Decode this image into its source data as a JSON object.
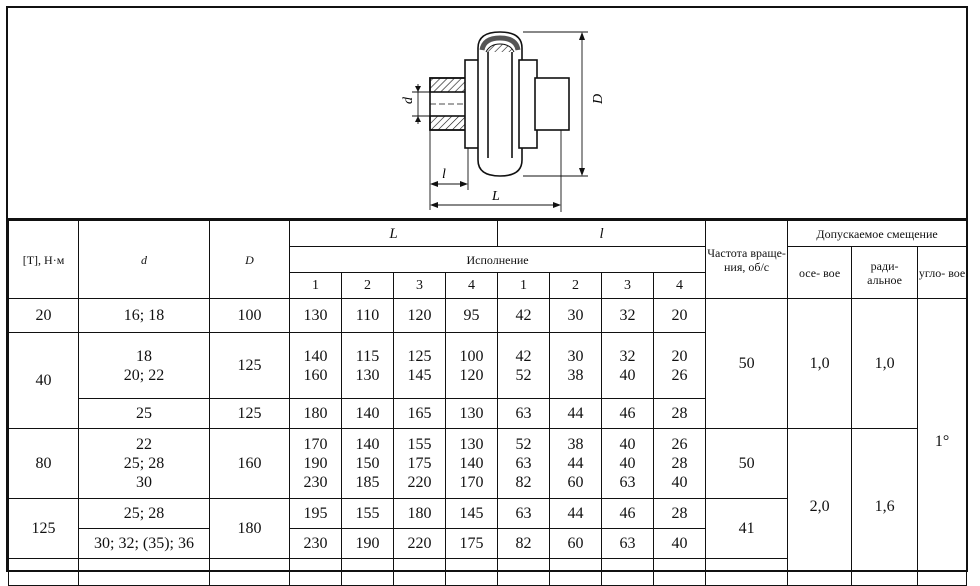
{
  "drawing": {
    "labels": {
      "d": "d",
      "D": "D",
      "l": "l",
      "L": "L"
    }
  },
  "header": {
    "torque": "[T], Н·м",
    "d": "d",
    "D": "D",
    "L": "L",
    "l": "l",
    "version": "Исполнение",
    "version_numbers": [
      "1",
      "2",
      "3",
      "4"
    ],
    "rotation": "Частота враще- ния, об/с",
    "offset": "Допускаемое смещение",
    "axial": "осе- вое",
    "radial": "ради- альное",
    "angular": "угло- вое"
  },
  "rows": [
    {
      "torque": "20",
      "d": [
        "16; 18"
      ],
      "D": "100",
      "L": [
        [
          "130"
        ],
        [
          "110"
        ],
        [
          "120"
        ],
        [
          "95"
        ]
      ],
      "l": [
        [
          "42"
        ],
        [
          "30"
        ],
        [
          "32"
        ],
        [
          "20"
        ]
      ]
    },
    {
      "torque": "40",
      "d": [
        "18",
        "20; 22"
      ],
      "D": "125",
      "L": [
        [
          "140",
          "160"
        ],
        [
          "115",
          "130"
        ],
        [
          "125",
          "145"
        ],
        [
          "100",
          "120"
        ]
      ],
      "l": [
        [
          "42",
          "52"
        ],
        [
          "30",
          "38"
        ],
        [
          "32",
          "40"
        ],
        [
          "20",
          "26"
        ]
      ]
    },
    {
      "torque": "",
      "d": [
        "25"
      ],
      "D": "125",
      "L": [
        [
          "180"
        ],
        [
          "140"
        ],
        [
          "165"
        ],
        [
          "130"
        ]
      ],
      "l": [
        [
          "63"
        ],
        [
          "44"
        ],
        [
          "46"
        ],
        [
          "28"
        ]
      ]
    },
    {
      "torque": "80",
      "d": [
        "22",
        "25; 28",
        "30"
      ],
      "D": "160",
      "L": [
        [
          "170",
          "190",
          "230"
        ],
        [
          "140",
          "150",
          "185"
        ],
        [
          "155",
          "175",
          "220"
        ],
        [
          "130",
          "140",
          "170"
        ]
      ],
      "l": [
        [
          "52",
          "63",
          "82"
        ],
        [
          "38",
          "44",
          "60"
        ],
        [
          "40",
          "40",
          "63"
        ],
        [
          "26",
          "28",
          "40"
        ]
      ]
    },
    {
      "torque": "125",
      "d": [
        "25; 28"
      ],
      "D": "180",
      "L": [
        [
          "195"
        ],
        [
          "155"
        ],
        [
          "180"
        ],
        [
          "145"
        ]
      ],
      "l": [
        [
          "63"
        ],
        [
          "44"
        ],
        [
          "46"
        ],
        [
          "28"
        ]
      ]
    },
    {
      "torque": "",
      "d": [
        "30; 32; (35); 36"
      ],
      "D": "",
      "L": [
        [
          "230"
        ],
        [
          "190"
        ],
        [
          "220"
        ],
        [
          "175"
        ]
      ],
      "l": [
        [
          "82"
        ],
        [
          "60"
        ],
        [
          "63"
        ],
        [
          "40"
        ]
      ]
    }
  ],
  "merged": {
    "rotation_50_a": "50",
    "rotation_50_b": "50",
    "rotation_41": "41",
    "axial_1": "1,0",
    "radial_1": "1,0",
    "axial_2": "2,0",
    "radial_2": "1,6",
    "angular": "1°"
  }
}
